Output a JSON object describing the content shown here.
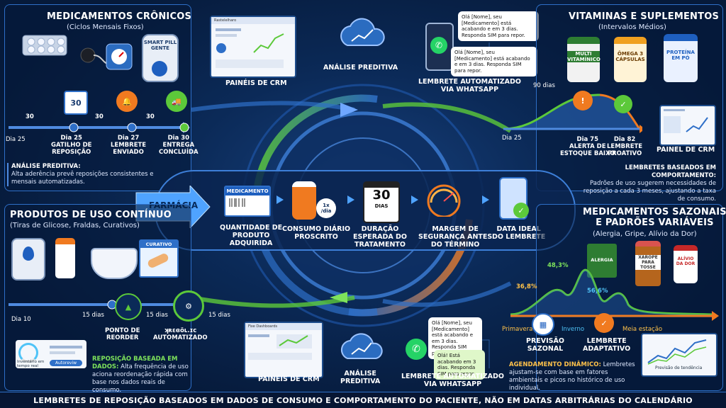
{
  "colors": {
    "blue_accent": "#2e6fc8",
    "green_accent": "#5cc93a",
    "orange_accent": "#f07a20",
    "cyan_accent": "#4fc3f7",
    "footer_bg": "#071633"
  },
  "top_left": {
    "title": "Medicamentos Crônicos",
    "subtitle": "(Ciclos Mensais Fixos)",
    "device_label": "SMART PILL GENTE",
    "timeline": {
      "gaps": [
        "30",
        "30",
        "30"
      ],
      "day_start": "Dia 25",
      "calendar_badge": "30",
      "steps": [
        {
          "label": "Dia 25\nGATILHO DE\nREPOSIÇÃO"
        },
        {
          "label": "Dia 27\nLEMBRETE\nENVIADO"
        },
        {
          "label": "Dia 30\nENTREGA\nCONCLUÍDA"
        }
      ]
    },
    "note_title": "ANÁLISE PREDITIVA:",
    "note_body": "Alta aderência prevê reposições consistentes e mensais automatizadas."
  },
  "top_center": {
    "crm_label": "PAINÉIS DE CRM",
    "crm_screen_title": "Rastelelharo",
    "cloud_label": "ANÁLISE PREDITIVA",
    "bubble1": "Olá [Nome], seu [Medicamento] está acabando e em 3 dias. Responda SIM para repor.",
    "bubble2": "Olá [Nome], seu [Medicamento] está acabando e em 3 dias. Responda SIM para repor.",
    "whatsapp_label": "LEMBRETE AUTOMATIZADO\nVIA WHATSAPP"
  },
  "top_right": {
    "title": "Vitaminas e Suplementos",
    "subtitle": "(Intervalos Médios)",
    "products": [
      "MULTI VITAMÍNICO",
      "ÔMEGA 3 CÁPSULAS",
      "PROTEÍNA EM PÓ"
    ],
    "days_90": "90 dias",
    "day_start": "Dia 25",
    "steps": [
      {
        "label": "Dia 75\nALERTA DE\nESTOQUE BAIXO"
      },
      {
        "label": "Dia 82\nLEMBRETE\nPROATIVO"
      }
    ],
    "crm_label": "PAINEL DE CRM",
    "note_title": "LEMBRETES BASEADOS EM COMPORTAMENTO:",
    "note_body": "Padrões de uso sugerem necessidades de reposição a cada 3 meses, ajustando a taxa de consumo."
  },
  "center": {
    "pharmacy_label": "FARMÁCIA",
    "box_label": "MEDICAMENTO",
    "dose_label": "1x /dia",
    "calendar_value": "30",
    "calendar_unit": "DIAS",
    "steps": [
      "QUANTIDADE DE\nPRODUTO\nADQUIRIDA",
      "CONSUMO DIÁRIO\nPROSCRITO",
      "DURAÇÃO\nESPERADA DO\nTRATAMENTO",
      "MARGEM DE\nSEGURANÇA ANTES\nDO TÉRMINO",
      "DATA IDEAL\nDO LEMBRETE"
    ]
  },
  "bottom_left": {
    "title": "Produtos de Uso Contínuo",
    "subtitle": "(Tiras de Glicose, Fraldas, Curativos)",
    "bandage_label": "CURATIVO",
    "gaps": [
      "15 dias",
      "15 dias",
      "15 dias"
    ],
    "day_start": "Dia 10",
    "step1": "PONTO DE\nREORDER",
    "step2": "ʞʀɛɞöʟ.ɪᴄ\nAUTOMATIZADO",
    "inventory_label": "Inventário em tempo real",
    "autoreview_label": "Autoreviw",
    "note_title": "REPOSIÇÃO BASEADA EM DADOS:",
    "note_body": "Alta frequência de uso aciona reordenação rápida com base nos dados reais de consumo."
  },
  "bottom_center": {
    "crm_label": "PAINÉIS DE CRM",
    "crm_screen_title": "Fixe Dashboards",
    "cloud_label": "ANÁLISE\nPREDITIVA",
    "bubble1": "Olá [Nome], seu [Medicamento] está acabando e em 3 dias. Responda SIM para repor.",
    "bubble2": "Olá! Está acabando em 3 dias. Responda SIM para repor.",
    "whatsapp_label": "LEMBRETE AUTOMATIZADO\nVIA WHATSAPP"
  },
  "bottom_right": {
    "title": "Medicamentos Sazonais\ne Padrões Variáveis",
    "subtitle": "(Alergia, Gripe, Alívio da Dor)",
    "products": [
      "ALERGIA",
      "XAROPE PARA TOSSE",
      "ALÍVIO DA DOR"
    ],
    "peaks": [
      "36,8%",
      "48,3%",
      "56,6%"
    ],
    "seasons": [
      "Primavera",
      "Inverno",
      "Meia estação"
    ],
    "step1": "PREVISÃO\nSAZONAL",
    "step2": "LEMBRETE\nADAPTATIVO",
    "chart_label": "Previsão de tendência",
    "note_title": "AGENDAMENTO DINÂMICO:",
    "note_body": "Lembretes ajustam-se com base em fatores ambientais e picos no histórico de uso individual."
  },
  "footer": "LEMBRETES DE REPOSIÇÃO BASEADOS EM DADOS DE CONSUMO E COMPORTAMENTO DO PACIENTE, NÃO EM DATAS ARBITRÁRIAS DO CALENDÁRIO"
}
